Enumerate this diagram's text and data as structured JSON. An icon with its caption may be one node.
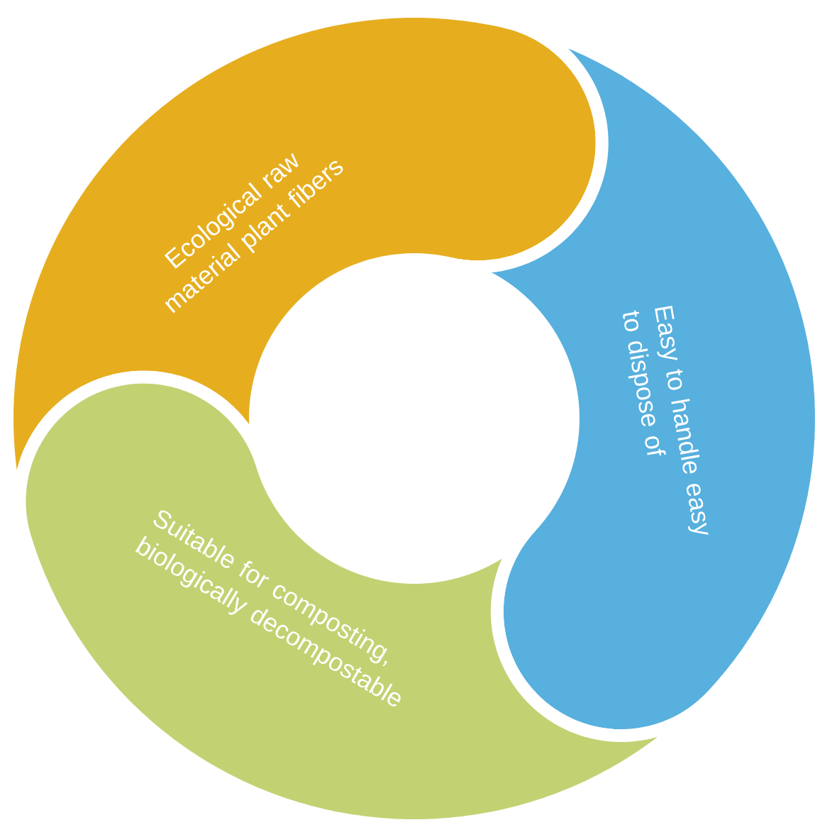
{
  "diagram": {
    "nodes": [
      {
        "text": [
          "Ecological raw material plant fibers"
        ]
      },
      {
        "text": [
          "Easy to handle easy to dispose of"
        ]
      },
      {
        "text": [
          "Suitable for composting, biologically decompostable"
        ]
      }
    ]
  }
}
